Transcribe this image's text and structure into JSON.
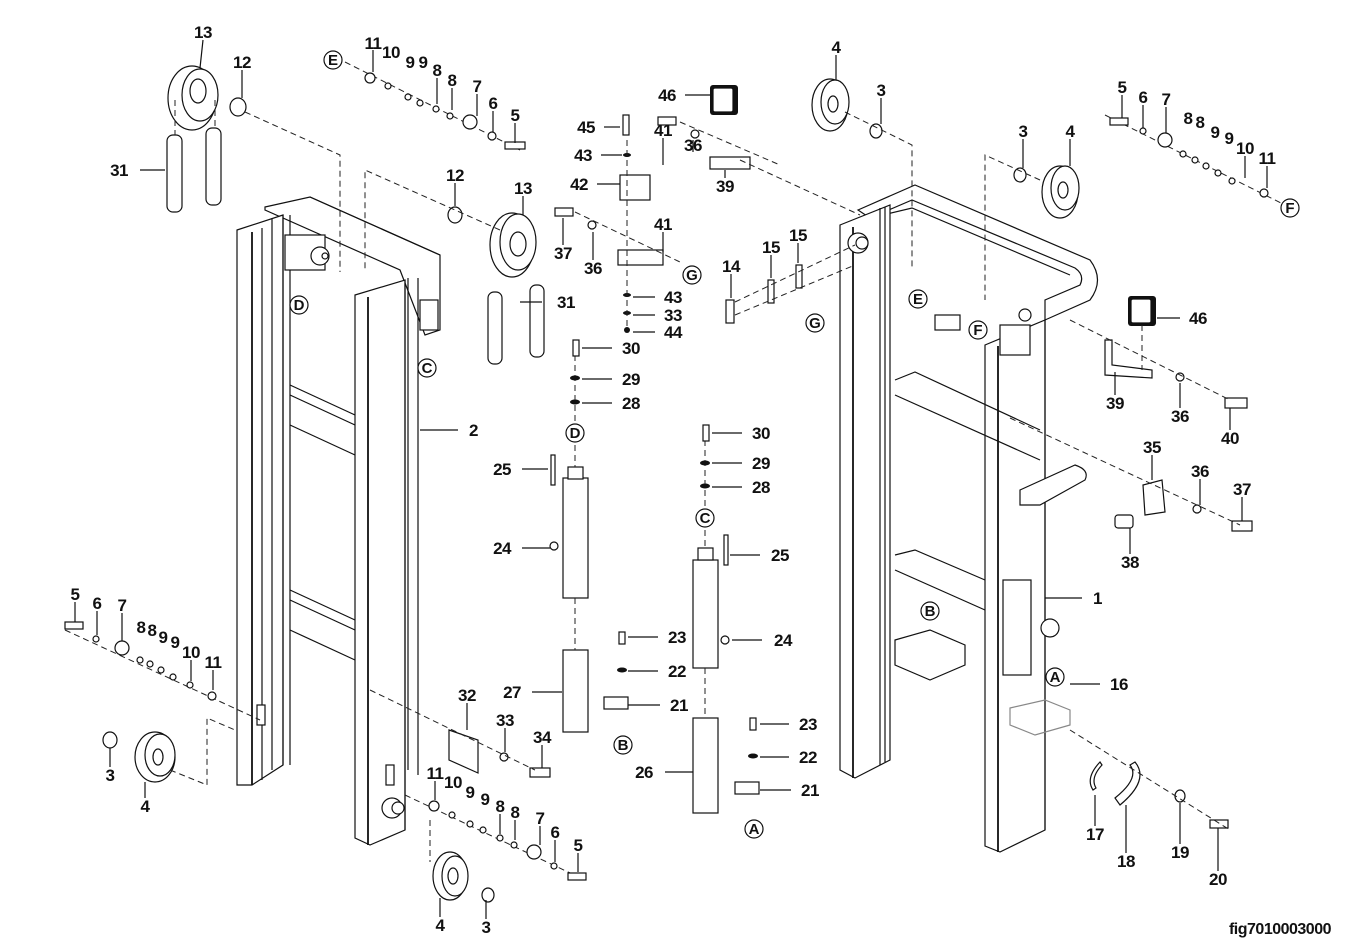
{
  "figure_id": "fig7010003000",
  "diagram_type": "exploded parts view - lift mast assembly",
  "callouts": [
    {
      "id": "c13a",
      "label": "13",
      "part": "pulley"
    },
    {
      "id": "c12a",
      "label": "12",
      "part": "snap ring"
    },
    {
      "id": "c31a",
      "label": "31",
      "part": "chain"
    },
    {
      "id": "cE1",
      "label": "E",
      "part": "reference"
    },
    {
      "id": "c11a",
      "label": "11"
    },
    {
      "id": "c10a",
      "label": "10"
    },
    {
      "id": "c9a",
      "label": "9"
    },
    {
      "id": "c9b",
      "label": "9"
    },
    {
      "id": "c8a",
      "label": "8"
    },
    {
      "id": "c8b",
      "label": "8"
    },
    {
      "id": "c7a",
      "label": "7"
    },
    {
      "id": "c6a",
      "label": "6"
    },
    {
      "id": "c5a",
      "label": "5"
    },
    {
      "id": "c12b",
      "label": "12"
    },
    {
      "id": "c13b",
      "label": "13"
    },
    {
      "id": "c31b",
      "label": "31"
    },
    {
      "id": "cD1",
      "label": "D"
    },
    {
      "id": "cC1",
      "label": "C"
    },
    {
      "id": "c2",
      "label": "2"
    },
    {
      "id": "c45",
      "label": "45"
    },
    {
      "id": "c43a",
      "label": "43"
    },
    {
      "id": "c42",
      "label": "42"
    },
    {
      "id": "c41a",
      "label": "41"
    },
    {
      "id": "c36a",
      "label": "36"
    },
    {
      "id": "c46a",
      "label": "46"
    },
    {
      "id": "c39a",
      "label": "39"
    },
    {
      "id": "c37a",
      "label": "37"
    },
    {
      "id": "c36b",
      "label": "36"
    },
    {
      "id": "c41b",
      "label": "41"
    },
    {
      "id": "cG1",
      "label": "G"
    },
    {
      "id": "c43b",
      "label": "43"
    },
    {
      "id": "c33a",
      "label": "33"
    },
    {
      "id": "c44",
      "label": "44"
    },
    {
      "id": "c30a",
      "label": "30"
    },
    {
      "id": "c29a",
      "label": "29"
    },
    {
      "id": "c28a",
      "label": "28"
    },
    {
      "id": "cD2",
      "label": "D"
    },
    {
      "id": "c25a",
      "label": "25"
    },
    {
      "id": "c24a",
      "label": "24"
    },
    {
      "id": "c30b",
      "label": "30"
    },
    {
      "id": "c29b",
      "label": "29"
    },
    {
      "id": "c28b",
      "label": "28"
    },
    {
      "id": "cC2",
      "label": "C"
    },
    {
      "id": "c25b",
      "label": "25"
    },
    {
      "id": "c24b",
      "label": "24"
    },
    {
      "id": "c23a",
      "label": "23"
    },
    {
      "id": "c22a",
      "label": "22"
    },
    {
      "id": "c21a",
      "label": "21"
    },
    {
      "id": "cB1",
      "label": "B"
    },
    {
      "id": "c27",
      "label": "27"
    },
    {
      "id": "c23b",
      "label": "23"
    },
    {
      "id": "c22b",
      "label": "22"
    },
    {
      "id": "c21b",
      "label": "21"
    },
    {
      "id": "cA1",
      "label": "A"
    },
    {
      "id": "c26",
      "label": "26"
    },
    {
      "id": "c32",
      "label": "32"
    },
    {
      "id": "c33b",
      "label": "33"
    },
    {
      "id": "c34",
      "label": "34"
    },
    {
      "id": "c11c",
      "label": "11"
    },
    {
      "id": "c10c",
      "label": "10"
    },
    {
      "id": "c9e",
      "label": "9"
    },
    {
      "id": "c9f",
      "label": "9"
    },
    {
      "id": "c8e",
      "label": "8"
    },
    {
      "id": "c8f",
      "label": "8"
    },
    {
      "id": "c7c",
      "label": "7"
    },
    {
      "id": "c6c",
      "label": "6"
    },
    {
      "id": "c5c",
      "label": "5"
    },
    {
      "id": "c4c",
      "label": "4"
    },
    {
      "id": "c3c",
      "label": "3"
    },
    {
      "id": "c5b",
      "label": "5"
    },
    {
      "id": "c6b",
      "label": "6"
    },
    {
      "id": "c7b",
      "label": "7"
    },
    {
      "id": "c8c",
      "label": "8"
    },
    {
      "id": "c8d",
      "label": "8"
    },
    {
      "id": "c9c",
      "label": "9"
    },
    {
      "id": "c9d",
      "label": "9"
    },
    {
      "id": "c10b",
      "label": "10"
    },
    {
      "id": "c11b",
      "label": "11"
    },
    {
      "id": "c3b",
      "label": "3"
    },
    {
      "id": "c4b",
      "label": "4"
    },
    {
      "id": "c4a",
      "label": "4"
    },
    {
      "id": "c3a",
      "label": "3"
    },
    {
      "id": "c3d",
      "label": "3"
    },
    {
      "id": "c4d",
      "label": "4"
    },
    {
      "id": "c5d",
      "label": "5"
    },
    {
      "id": "c6d",
      "label": "6"
    },
    {
      "id": "c7d",
      "label": "7"
    },
    {
      "id": "c8g",
      "label": "8"
    },
    {
      "id": "c8h",
      "label": "8"
    },
    {
      "id": "c9g",
      "label": "9"
    },
    {
      "id": "c9h",
      "label": "9"
    },
    {
      "id": "c10d",
      "label": "10"
    },
    {
      "id": "c11d",
      "label": "11"
    },
    {
      "id": "cF1",
      "label": "F"
    },
    {
      "id": "c14",
      "label": "14"
    },
    {
      "id": "c15a",
      "label": "15"
    },
    {
      "id": "c15b",
      "label": "15"
    },
    {
      "id": "cE2",
      "label": "E"
    },
    {
      "id": "cG2",
      "label": "G"
    },
    {
      "id": "cF2",
      "label": "F"
    },
    {
      "id": "c46b",
      "label": "46"
    },
    {
      "id": "c39b",
      "label": "39"
    },
    {
      "id": "c36c",
      "label": "36"
    },
    {
      "id": "c40",
      "label": "40"
    },
    {
      "id": "c35",
      "label": "35"
    },
    {
      "id": "c36d",
      "label": "36"
    },
    {
      "id": "c37b",
      "label": "37"
    },
    {
      "id": "c38",
      "label": "38"
    },
    {
      "id": "c1",
      "label": "1"
    },
    {
      "id": "cB2",
      "label": "B"
    },
    {
      "id": "cA2",
      "label": "A"
    },
    {
      "id": "c16",
      "label": "16"
    },
    {
      "id": "c17",
      "label": "17"
    },
    {
      "id": "c18",
      "label": "18"
    },
    {
      "id": "c19",
      "label": "19"
    },
    {
      "id": "c20",
      "label": "20"
    }
  ]
}
